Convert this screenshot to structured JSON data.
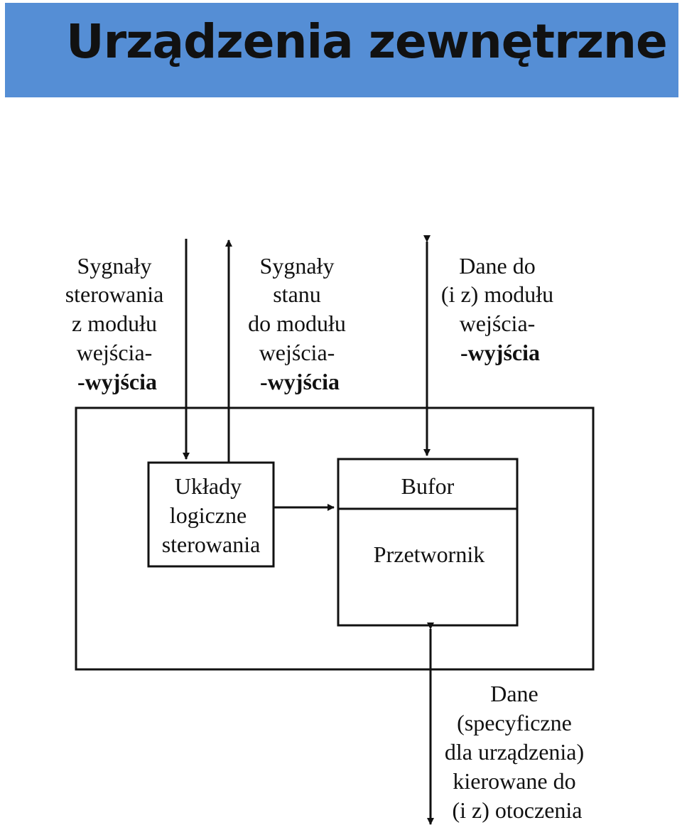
{
  "title": "Urządzenia zewnętrzne",
  "labels": {
    "control_signals": [
      "Sygnały",
      "sterowania",
      "z modułu",
      "wejścia-",
      "-wyjścia"
    ],
    "status_signals": [
      "Sygnały",
      "stanu",
      "do modułu",
      "wejścia-",
      "-wyjścia"
    ],
    "data_module": [
      "Dane do",
      "(i z) modułu",
      "wejścia-",
      "-wyjścia"
    ],
    "data_env": [
      "Dane",
      "(specyficzne",
      "dla urządzenia)",
      "kierowane do",
      "(i z) otoczenia"
    ]
  },
  "blocks": {
    "logic": [
      "Układy",
      "logiczne",
      "sterowania"
    ],
    "buffer": "Bufor",
    "converter": "Przetwornik"
  },
  "colors": {
    "title_bar": "#558ed5",
    "ink": "#111111"
  }
}
